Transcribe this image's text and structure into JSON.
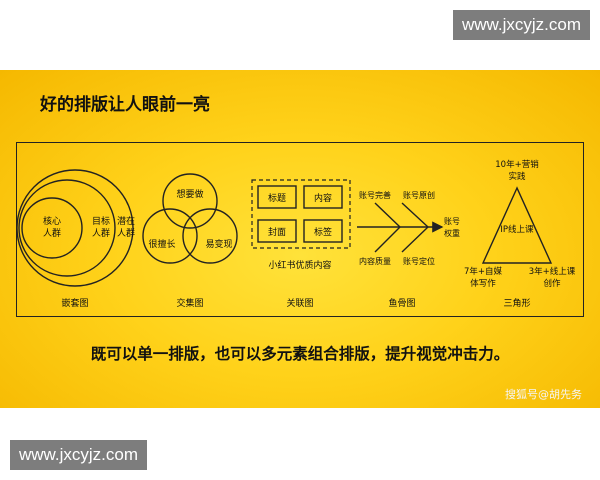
{
  "watermark": "www.jxcyjz.com",
  "title": "好的排版让人眼前一亮",
  "caption": "既可以单一排版，也可以多元素组合排版，提升视觉冲击力。",
  "source": "搜狐号@胡先务",
  "colors": {
    "background": "#ffd21a",
    "line": "#222222",
    "watermark_bg": "#7d7d7d"
  },
  "diagrams": {
    "nested": {
      "label": "嵌套图",
      "inner": [
        "核心",
        "人群"
      ],
      "middle": [
        "目标",
        "人群"
      ],
      "outer": [
        "潜在",
        "人群"
      ]
    },
    "venn": {
      "label": "交集图",
      "top": "想要做",
      "left": "很擅长",
      "right": "易变现"
    },
    "relation": {
      "label": "关联图",
      "boxes": [
        "标题",
        "内容",
        "封面",
        "标签"
      ],
      "bottom": "小红书优质内容"
    },
    "fishbone": {
      "label": "鱼骨图",
      "top_left": "账号完善",
      "top_right": "账号原创",
      "bottom_left": "内容质量",
      "bottom_right": "账号定位",
      "head": [
        "账号",
        "权重"
      ]
    },
    "triangle": {
      "label": "三角形",
      "top": [
        "10年+营销",
        "实践"
      ],
      "center": "IP线上课",
      "left": [
        "7年+自媒",
        "体写作"
      ],
      "right": [
        "3年+线上课",
        "创作"
      ]
    }
  }
}
